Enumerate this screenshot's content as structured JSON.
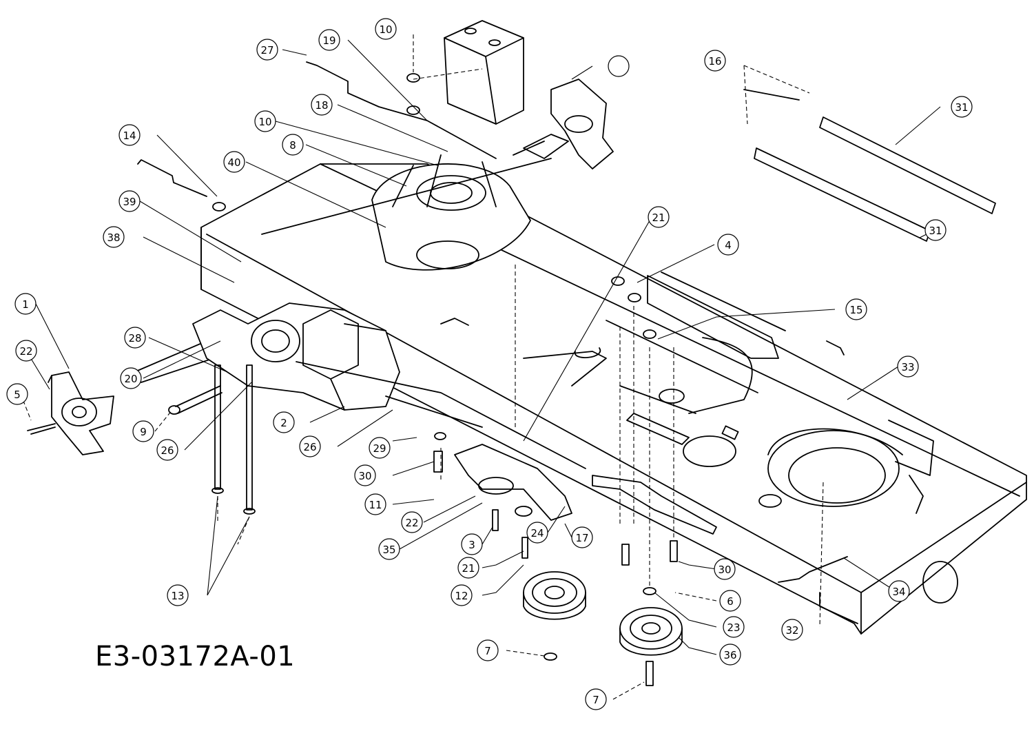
{
  "drawing_code": "E3-03172A-01",
  "callouts": [
    {
      "label": "1"
    },
    {
      "label": "22"
    },
    {
      "label": "5"
    },
    {
      "label": "14"
    },
    {
      "label": "39"
    },
    {
      "label": "38"
    },
    {
      "label": "28"
    },
    {
      "label": "20"
    },
    {
      "label": "9"
    },
    {
      "label": "26"
    },
    {
      "label": "2"
    },
    {
      "label": "26"
    },
    {
      "label": "13"
    },
    {
      "label": "40"
    },
    {
      "label": "8"
    },
    {
      "label": "10"
    },
    {
      "label": "18"
    },
    {
      "label": "27"
    },
    {
      "label": "19"
    },
    {
      "label": "10"
    },
    {
      "label": ""
    },
    {
      "label": "16"
    },
    {
      "label": "31"
    },
    {
      "label": "31"
    },
    {
      "label": "21"
    },
    {
      "label": "4"
    },
    {
      "label": "15"
    },
    {
      "label": "33"
    },
    {
      "label": "34"
    },
    {
      "label": "32"
    },
    {
      "label": "29"
    },
    {
      "label": "30"
    },
    {
      "label": "11"
    },
    {
      "label": "22"
    },
    {
      "label": "35"
    },
    {
      "label": "3"
    },
    {
      "label": "21"
    },
    {
      "label": "12"
    },
    {
      "label": "24"
    },
    {
      "label": "17"
    },
    {
      "label": "7"
    },
    {
      "label": "30"
    },
    {
      "label": "6"
    },
    {
      "label": "23"
    },
    {
      "label": "36"
    },
    {
      "label": "7"
    }
  ]
}
